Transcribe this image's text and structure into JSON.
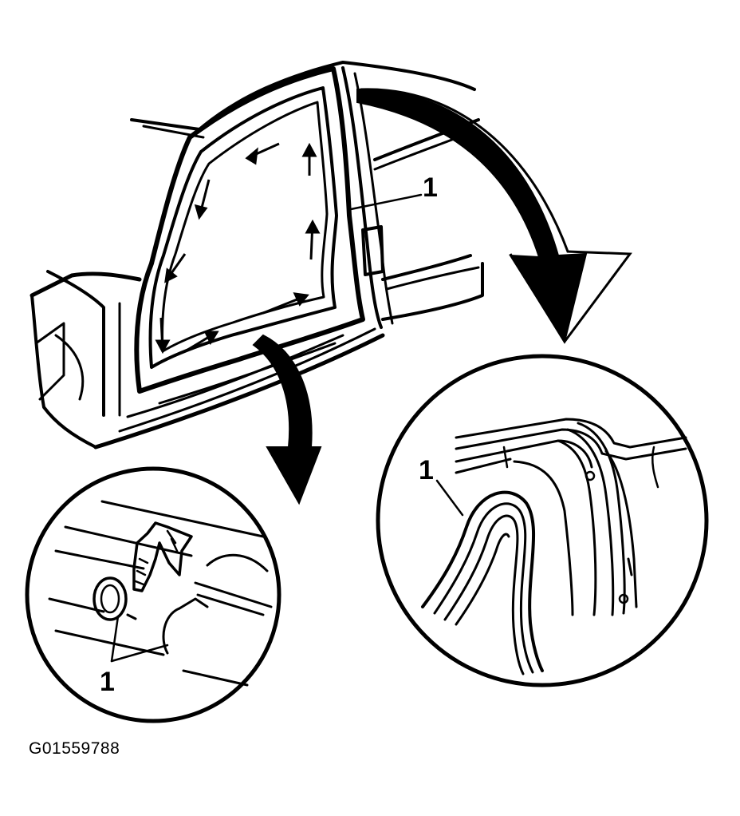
{
  "callouts": {
    "main_body": "1",
    "detail_right": "1",
    "detail_left": "1"
  },
  "figure_id": "G01559788",
  "colors": {
    "ink": "#000000",
    "paper": "#ffffff"
  }
}
